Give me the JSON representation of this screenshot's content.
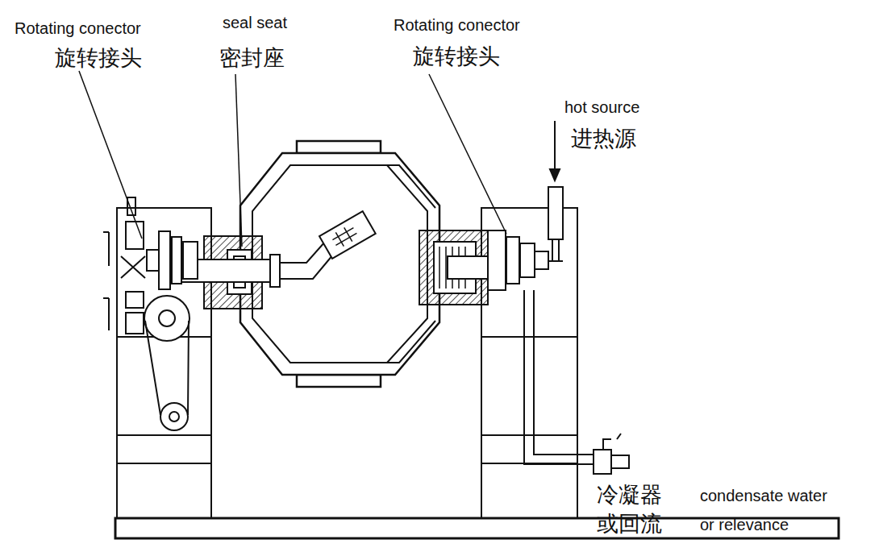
{
  "diagram": {
    "labels": [
      "Rotating conector",
      "旋转接头",
      "seal seat",
      "密封座",
      "Rotating conector",
      "旋转接头",
      "hot source",
      "进热源",
      "冷凝器",
      "或回流",
      "condensate water",
      "or relevance"
    ]
  }
}
